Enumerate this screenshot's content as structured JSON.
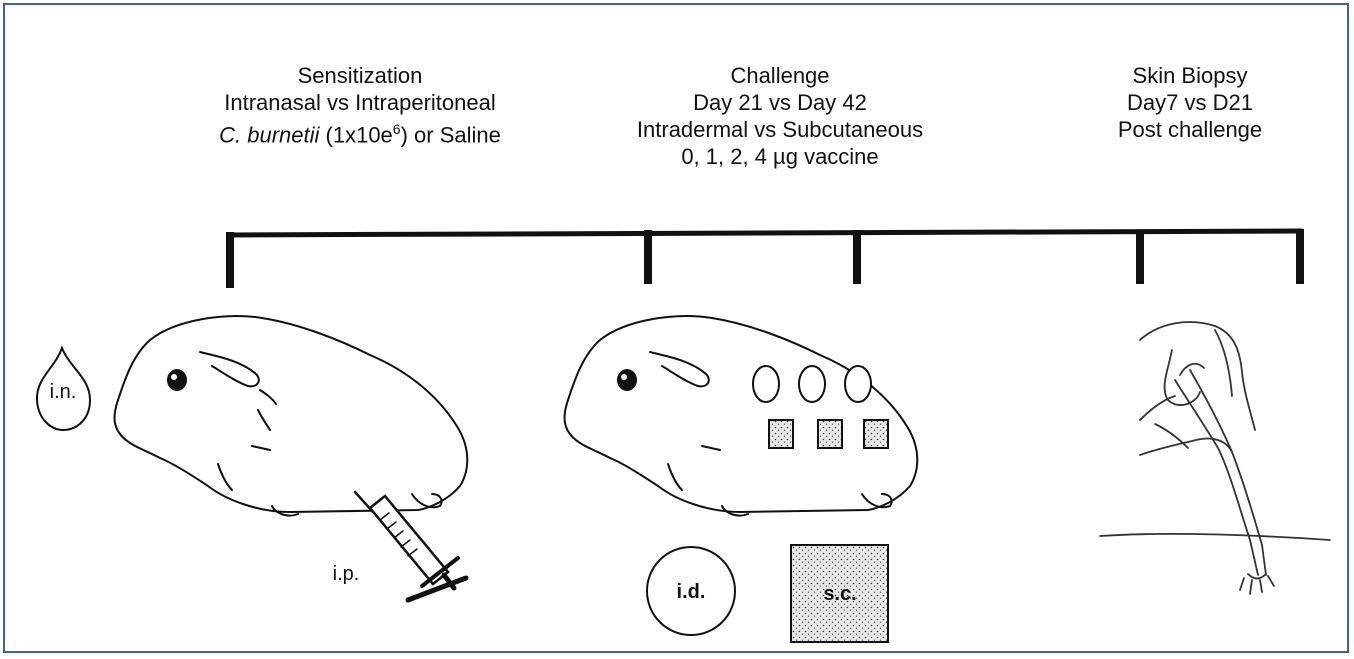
{
  "sensitization": {
    "title": "Sensitization",
    "line1": "Intranasal  vs Intraperitoneal",
    "species": "C. burnetii",
    "dose_base": "(1x10e",
    "dose_exp": "6",
    "dose_tail": ") or Saline"
  },
  "challenge": {
    "title": "Challenge",
    "line1": "Day 21 vs Day 42",
    "line2": "Intradermal  vs  Subcutaneous",
    "line3": "0, 1, 2, 4 µg vaccine"
  },
  "biopsy": {
    "title": "Skin Biopsy",
    "line1": "Day7 vs D21",
    "line2": "Post challenge"
  },
  "routes": {
    "intranasal": "i.n.",
    "intraperitoneal": "i.p.",
    "intradermal": "i.d.",
    "subcutaneous": "s.c."
  },
  "colors": {
    "frame": "#3d63a5",
    "ink": "#111111"
  }
}
